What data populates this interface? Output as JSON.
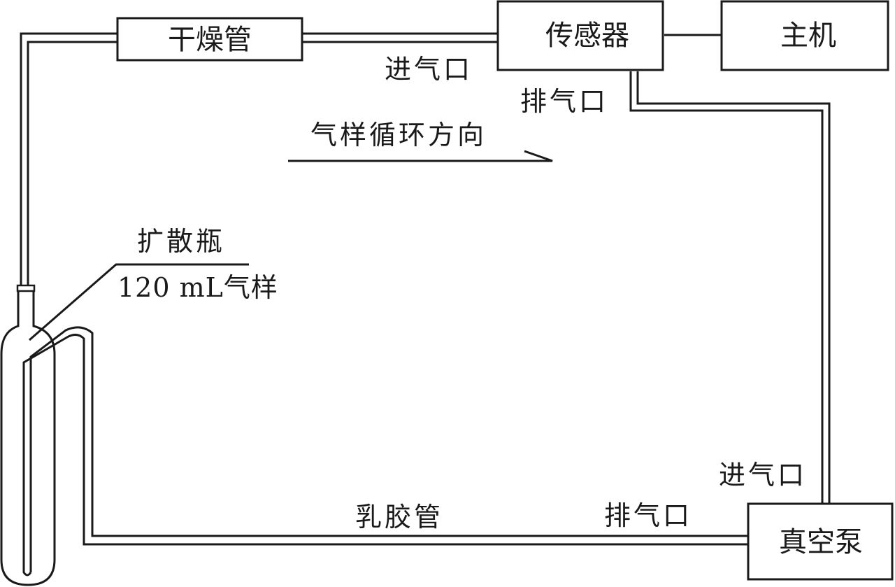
{
  "components": {
    "dryer": "干燥管",
    "sensor": "传感器",
    "host": "主机",
    "pump": "真空泵",
    "bottle": "扩散瓶",
    "sample": "120 mL气样"
  },
  "ports": {
    "sensor_inlet": "进气口",
    "sensor_outlet": "排气口",
    "pump_inlet": "进气口",
    "pump_outlet": "排气口"
  },
  "tubing": {
    "latex_tube": "乳胶管"
  },
  "flow": {
    "direction_label": "气样循环方向"
  }
}
